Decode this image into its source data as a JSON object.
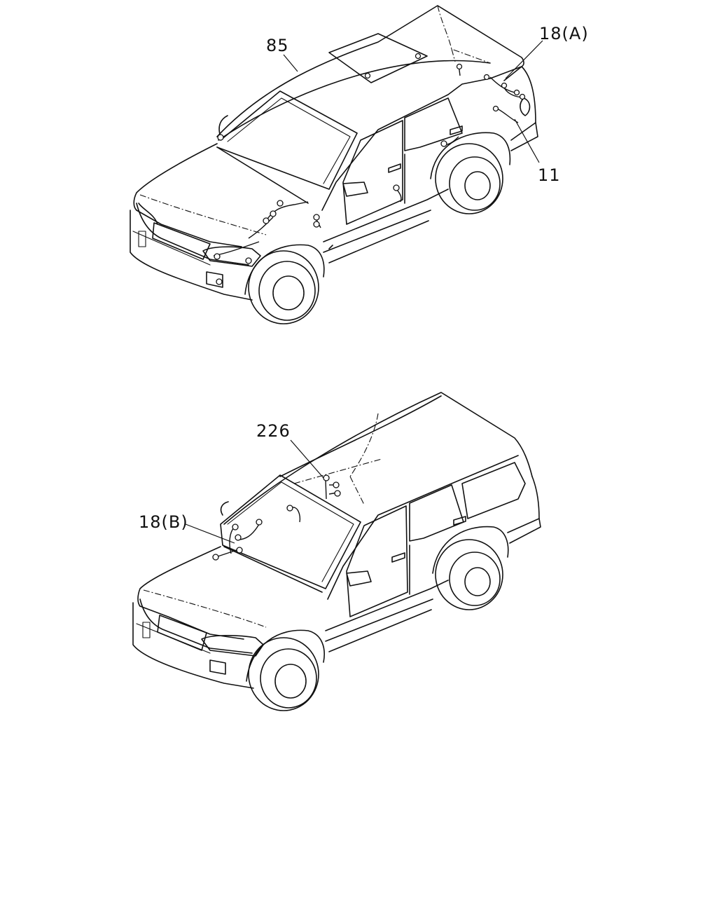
{
  "figure": {
    "top_view": {
      "callouts": [
        {
          "id": "85",
          "text": "85"
        },
        {
          "id": "18A",
          "text": "18(A)"
        },
        {
          "id": "11",
          "text": "11"
        }
      ]
    },
    "bottom_view": {
      "callouts": [
        {
          "id": "226",
          "text": "226"
        },
        {
          "id": "18B",
          "text": "18(B)"
        }
      ]
    }
  },
  "colors": {
    "line": "#111111",
    "background": "#ffffff"
  }
}
